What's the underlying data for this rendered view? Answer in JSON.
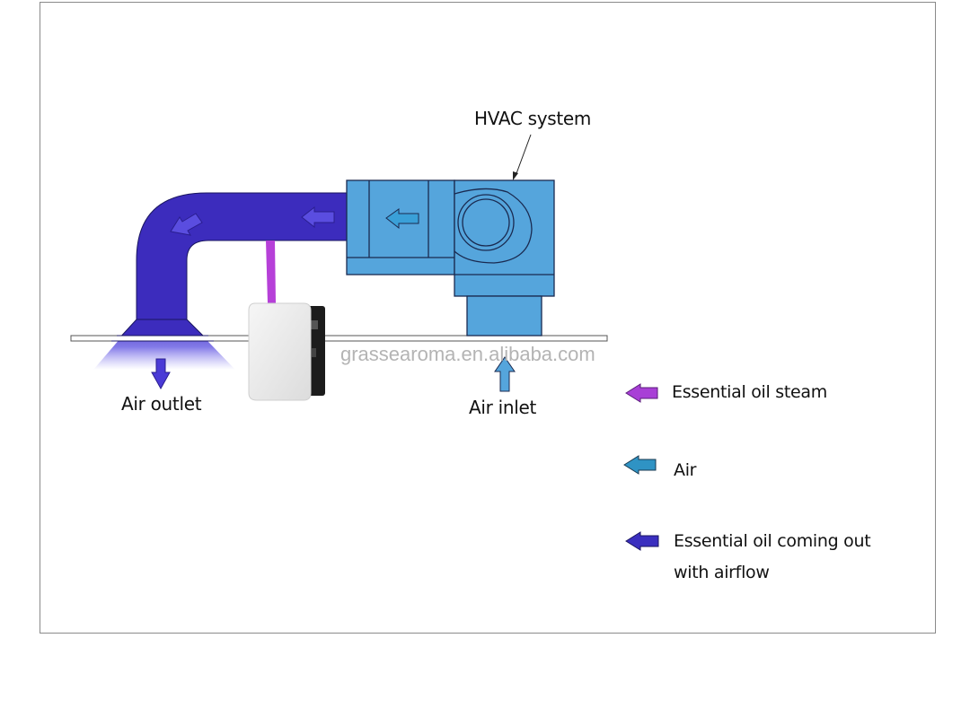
{
  "labels": {
    "hvac_system": "HVAC system",
    "air_outlet": "Air outlet",
    "air_inlet": "Air inlet",
    "watermark": "grassearoma.en.alibaba.com"
  },
  "legend": [
    {
      "label": "Essential oil steam",
      "color": "#a83fd6",
      "icon": "arrow-left-icon"
    },
    {
      "label": "Air",
      "color": "#2f93c4",
      "icon": "arrow-left-icon"
    },
    {
      "label": "Essential oil coming out with airflow",
      "line1": "Essential oil coming out",
      "line2": "with airflow",
      "color": "#3a2fbf",
      "icon": "arrow-left-icon"
    }
  ],
  "colors": {
    "duct": "#3c2cbd",
    "duct_arrow": "#5a4de0",
    "hvac": "#55a5dc",
    "hvac_stroke": "#1a2a50",
    "steam_pipe": "#b640d8",
    "air_arrow": "#3aa0d8",
    "ceiling": "#ffffff"
  }
}
